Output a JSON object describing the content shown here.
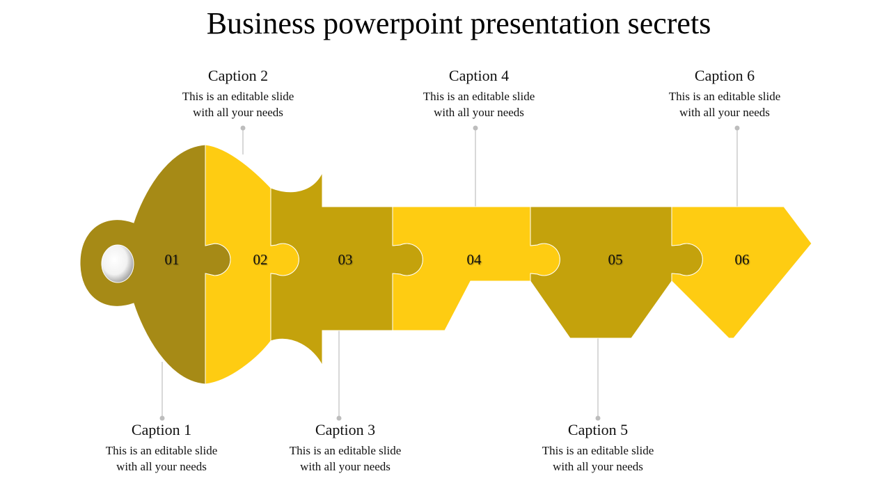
{
  "slide": {
    "title": "Business powerpoint presentation secrets"
  },
  "colors": {
    "dark_olive": "#A68A16",
    "dark_gold": "#C4A20C",
    "yellow": "#FECC12",
    "connector": "#BDBDBD"
  },
  "steps": [
    {
      "number": "01",
      "caption": "Caption 1",
      "text_line1": "This is an editable slide",
      "text_line2": "with all your needs"
    },
    {
      "number": "02",
      "caption": "Caption 2",
      "text_line1": "This is an editable slide",
      "text_line2": "with all your needs"
    },
    {
      "number": "03",
      "caption": "Caption 3",
      "text_line1": "This is an editable slide",
      "text_line2": "with all your needs"
    },
    {
      "number": "04",
      "caption": "Caption 4",
      "text_line1": "This is an editable slide",
      "text_line2": "with all your needs"
    },
    {
      "number": "05",
      "caption": "Caption 5",
      "text_line1": "This is an editable slide",
      "text_line2": "with all your needs"
    },
    {
      "number": "06",
      "caption": "Caption 6",
      "text_line1": "This is an editable slide",
      "text_line2": "with all your needs"
    }
  ]
}
